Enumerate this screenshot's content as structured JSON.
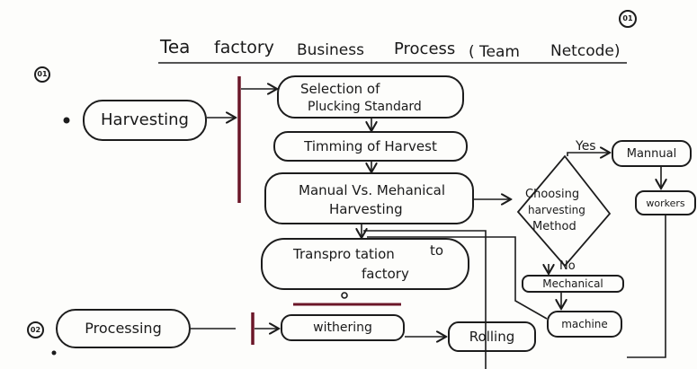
{
  "header": {
    "page_number": "01",
    "title_parts": [
      "Tea",
      "factory",
      "Business",
      "Process",
      "( Team",
      "Netcode)"
    ]
  },
  "sections": {
    "harvesting_number": "01",
    "processing_number": "02"
  },
  "nodes": {
    "harvesting": "Harvesting",
    "selection_line1": "Selection of",
    "selection_line2": "Plucking Standard",
    "timing": "Timming of Harvest",
    "manual_vs_line1": "Manual Vs. Mehanical",
    "manual_vs_line2": "Harvesting",
    "transport_line1": "Transpro tation",
    "transport_to": "to",
    "transport_line2": "factory",
    "choosing_line1": "Choosing",
    "choosing_line2": "harvesting",
    "choosing_line3": "Method",
    "yes_label": "Yes",
    "no_label": "No",
    "mannual": "Mannual",
    "workers": "workers",
    "mechanical": "Mechanical",
    "machine": "machine",
    "processing": "Processing",
    "withering": "withering",
    "rolling": "Rolling"
  },
  "colors": {
    "ink": "#1c1c1c",
    "accent_bar": "#6b1628",
    "paper": "#fdfdfb"
  }
}
